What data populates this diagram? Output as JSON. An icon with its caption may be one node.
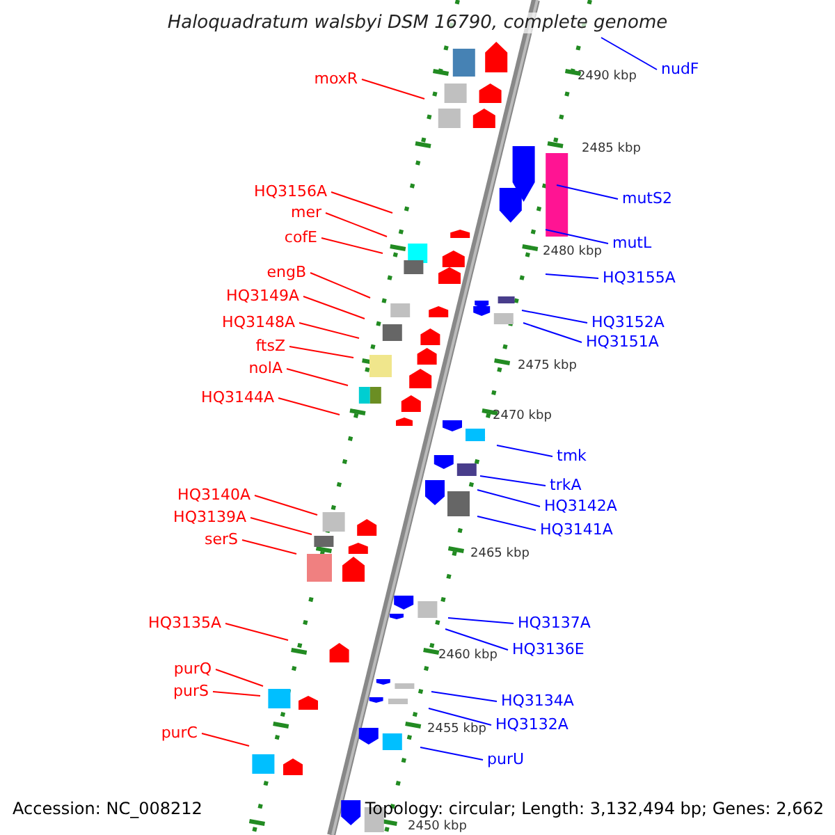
{
  "diagram": {
    "title": "Haloquadratum walsbyi DSM 16790, complete genome",
    "nodes": [
      {
        "text": [
          "nudF"
        ]
      },
      {
        "text": [
          "moxR"
        ]
      },
      {
        "text": [
          "HQ3156A"
        ]
      },
      {
        "text": [
          "mutS2"
        ]
      },
      {
        "text": [
          "mer"
        ]
      },
      {
        "text": [
          "cofE"
        ]
      },
      {
        "text": [
          "mutL"
        ]
      },
      {
        "text": [
          "engB"
        ]
      },
      {
        "text": [
          "HQ3155A"
        ]
      },
      {
        "text": [
          "HQ3149A"
        ]
      },
      {
        "text": [
          "HQ3152A"
        ]
      },
      {
        "text": [
          "HQ3148A"
        ]
      },
      {
        "text": [
          "HQ3151A"
        ]
      },
      {
        "text": [
          "ftsZ"
        ]
      },
      {
        "text": [
          "nolA"
        ]
      },
      {
        "text": [
          "HQ3144A"
        ]
      },
      {
        "text": [
          "tmk"
        ]
      },
      {
        "text": [
          "trkA"
        ]
      },
      {
        "text": [
          "HQ3140A"
        ]
      },
      {
        "text": [
          "HQ3142A"
        ]
      },
      {
        "text": [
          "HQ3139A"
        ]
      },
      {
        "text": [
          "HQ3141A"
        ]
      },
      {
        "text": [
          "serS"
        ]
      },
      {
        "text": [
          "HQ3135A"
        ]
      },
      {
        "text": [
          "HQ3137A"
        ]
      },
      {
        "text": [
          "HQ3136E"
        ]
      },
      {
        "text": [
          "purQ"
        ]
      },
      {
        "text": [
          "purS"
        ]
      },
      {
        "text": [
          "HQ3134A"
        ]
      },
      {
        "text": [
          "HQ3132A"
        ]
      },
      {
        "text": [
          "purC"
        ]
      },
      {
        "text": [
          "purU"
        ]
      }
    ],
    "edges": [
      {
        "from": 0,
        "to": null,
        "arrow": "none",
        "color": "#0000ff"
      },
      {
        "from": 1,
        "to": null,
        "arrow": "none"
      },
      {
        "from": 2,
        "to": null,
        "arrow": "none"
      },
      {
        "from": 3,
        "to": null,
        "arrow": "none",
        "color": "#0000ff"
      },
      {
        "from": 4,
        "to": null,
        "arrow": "none"
      },
      {
        "from": 5,
        "to": null,
        "arrow": "none"
      },
      {
        "from": 6,
        "to": null,
        "arrow": "none",
        "color": "#0000ff"
      },
      {
        "from": 7,
        "to": null,
        "arrow": "none"
      },
      {
        "from": 8,
        "to": null,
        "arrow": "none",
        "color": "#0000ff"
      },
      {
        "from": 9,
        "to": null,
        "arrow": "none"
      },
      {
        "from": 10,
        "to": null,
        "arrow": "none",
        "color": "#0000ff"
      },
      {
        "from": 11,
        "to": null,
        "arrow": "none"
      },
      {
        "from": 12,
        "to": null,
        "arrow": "none",
        "color": "#0000ff"
      },
      {
        "from": 13,
        "to": null,
        "arrow": "none"
      },
      {
        "from": 14,
        "to": null,
        "arrow": "none"
      },
      {
        "from": 15,
        "to": null,
        "arrow": "none"
      },
      {
        "from": 16,
        "to": null,
        "arrow": "none",
        "color": "#0000ff"
      },
      {
        "from": 17,
        "to": null,
        "arrow": "none",
        "color": "#0000ff"
      },
      {
        "from": 18,
        "to": null,
        "arrow": "none"
      },
      {
        "from": 19,
        "to": null,
        "arrow": "none",
        "color": "#0000ff"
      },
      {
        "from": 20,
        "to": null,
        "arrow": "none"
      },
      {
        "from": 21,
        "to": null,
        "arrow": "none",
        "color": "#0000ff"
      },
      {
        "from": 22,
        "to": null,
        "arrow": "none"
      },
      {
        "from": 23,
        "to": null,
        "arrow": "none"
      },
      {
        "from": 24,
        "to": null,
        "arrow": "none",
        "color": "#0000ff"
      },
      {
        "from": 25,
        "to": null,
        "arrow": "none",
        "color": "#0000ff"
      },
      {
        "from": 26,
        "to": null,
        "arrow": "none"
      },
      {
        "from": 27,
        "to": null,
        "arrow": "none"
      },
      {
        "from": 28,
        "to": null,
        "arrow": "none",
        "color": "#0000ff"
      },
      {
        "from": 29,
        "to": null,
        "arrow": "none",
        "color": "#0000ff"
      },
      {
        "from": 30,
        "to": null,
        "arrow": "none"
      },
      {
        "from": 31,
        "to": null,
        "arrow": "none",
        "color": "#0000ff"
      }
    ],
    "labels": [
      "2490 kbp",
      "2485 kbp",
      "2480 kbp",
      "2475 kbp",
      "2470 kbp",
      "2465 kbp",
      "2460 kbp",
      "2455 kbp",
      "2450 kbp",
      "Accession: NC_008212",
      "Topology: circular; Length: 3,132,494 bp; Genes: 2,662"
    ]
  }
}
